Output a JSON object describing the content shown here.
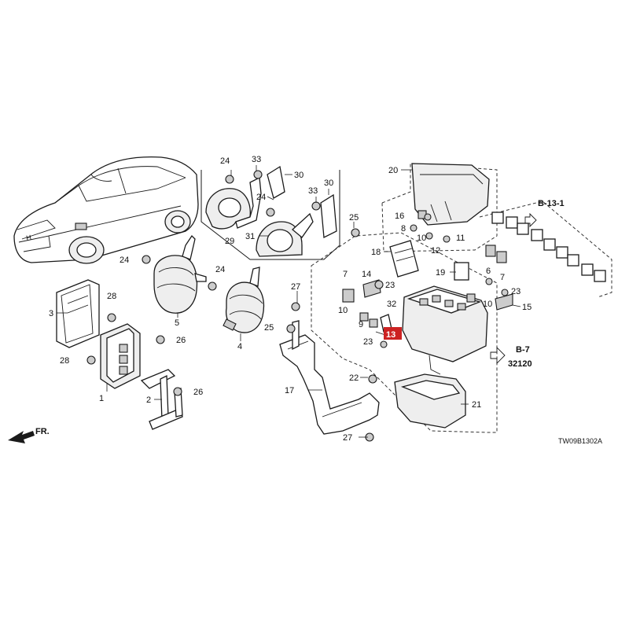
{
  "diagram": {
    "drawing_code": "TW09B1302A",
    "front_indicator": "FR.",
    "references": [
      {
        "id": "b13",
        "text": "B-13-1"
      },
      {
        "id": "b7",
        "text": "B-7"
      },
      {
        "id": "b7num",
        "text": "32120"
      }
    ],
    "highlighted_part": "13",
    "callouts": [
      {
        "id": "c1",
        "label": "1"
      },
      {
        "id": "c2",
        "label": "2"
      },
      {
        "id": "c3",
        "label": "3"
      },
      {
        "id": "c4",
        "label": "4"
      },
      {
        "id": "c5",
        "label": "5"
      },
      {
        "id": "c6",
        "label": "6"
      },
      {
        "id": "c7a",
        "label": "7"
      },
      {
        "id": "c7b",
        "label": "7"
      },
      {
        "id": "c8",
        "label": "8"
      },
      {
        "id": "c9",
        "label": "9"
      },
      {
        "id": "c10a",
        "label": "10"
      },
      {
        "id": "c10b",
        "label": "10"
      },
      {
        "id": "c10c",
        "label": "10"
      },
      {
        "id": "c11",
        "label": "11"
      },
      {
        "id": "c12",
        "label": "12"
      },
      {
        "id": "c14",
        "label": "14"
      },
      {
        "id": "c15",
        "label": "15"
      },
      {
        "id": "c16",
        "label": "16"
      },
      {
        "id": "c17",
        "label": "17"
      },
      {
        "id": "c18",
        "label": "18"
      },
      {
        "id": "c19",
        "label": "19"
      },
      {
        "id": "c20",
        "label": "20"
      },
      {
        "id": "c21",
        "label": "21"
      },
      {
        "id": "c22",
        "label": "22"
      },
      {
        "id": "c23a",
        "label": "23"
      },
      {
        "id": "c23b",
        "label": "23"
      },
      {
        "id": "c23c",
        "label": "23"
      },
      {
        "id": "c24a",
        "label": "24"
      },
      {
        "id": "c24b",
        "label": "24"
      },
      {
        "id": "c24c",
        "label": "24"
      },
      {
        "id": "c24d",
        "label": "24"
      },
      {
        "id": "c25a",
        "label": "25"
      },
      {
        "id": "c25b",
        "label": "25"
      },
      {
        "id": "c26a",
        "label": "26"
      },
      {
        "id": "c26b",
        "label": "26"
      },
      {
        "id": "c27a",
        "label": "27"
      },
      {
        "id": "c27b",
        "label": "27"
      },
      {
        "id": "c28a",
        "label": "28"
      },
      {
        "id": "c28b",
        "label": "28"
      },
      {
        "id": "c29",
        "label": "29"
      },
      {
        "id": "c30a",
        "label": "30"
      },
      {
        "id": "c30b",
        "label": "30"
      },
      {
        "id": "c31",
        "label": "31"
      },
      {
        "id": "c32",
        "label": "32"
      },
      {
        "id": "c33a",
        "label": "33"
      },
      {
        "id": "c33b",
        "label": "33"
      }
    ]
  }
}
